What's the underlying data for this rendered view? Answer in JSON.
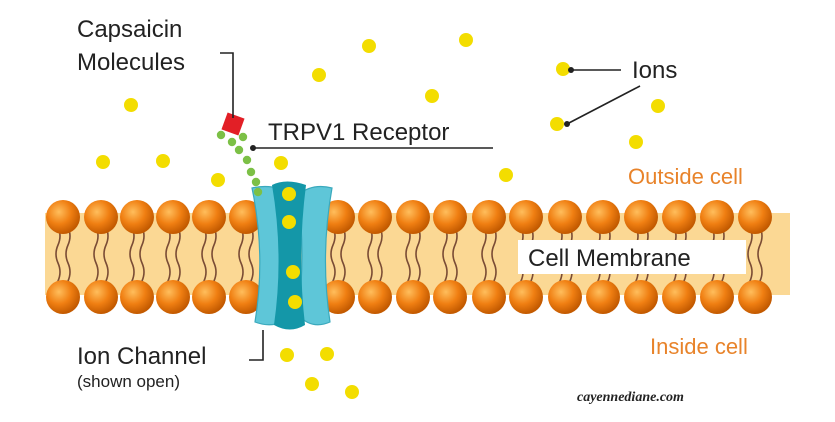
{
  "labels": {
    "capsaicin_line1": "Capsaicin",
    "capsaicin_line2": "Molecules",
    "receptor": "TRPV1 Receptor",
    "ions": "Ions",
    "outside": "Outside cell",
    "inside": "Inside cell",
    "membrane": "Cell Membrane",
    "channel": "Ion Channel",
    "channel_note": "(shown open)",
    "credit": "cayennediane.com"
  },
  "colors": {
    "membrane_band": "#fbd894",
    "lipid_head": "#f07f12",
    "ion": "#f3dd00",
    "channel_outer": "#5ec6d8",
    "channel_inner": "#1497a8",
    "capsaicin": "#e21f26",
    "peptide": "#7cc046",
    "label_orange": "#e8832a"
  },
  "icons": {
    "ion": "yellow-dot-icon",
    "capsaicin": "red-square-icon",
    "lipid": "phospholipid-icon",
    "channel": "ion-channel-icon"
  }
}
